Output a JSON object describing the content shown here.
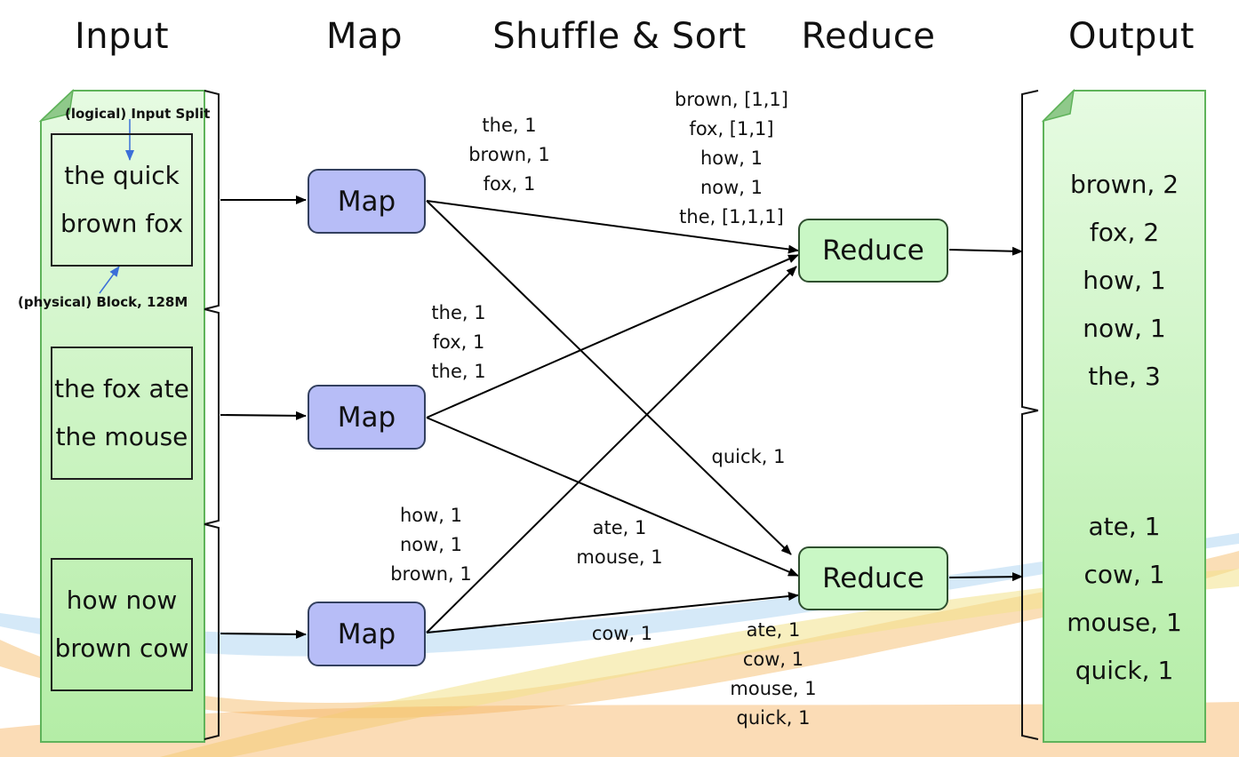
{
  "headers": {
    "input": "Input",
    "map": "Map",
    "shuffle": "Shuffle & Sort",
    "reduce": "Reduce",
    "output": "Output"
  },
  "annotations": {
    "logical": "(logical) Input Split",
    "physical": "(physical) Block, 128M"
  },
  "splits": [
    "the quick\nbrown fox",
    "the fox ate\nthe mouse",
    "how now\nbrown cow"
  ],
  "map_label": "Map",
  "reduce_label": "Reduce",
  "map_outputs": [
    "the, 1\nbrown, 1\nfox, 1",
    "the, 1\nfox, 1\nthe, 1",
    "how, 1\nnow, 1\nbrown, 1"
  ],
  "edge_labels": {
    "quick": "quick, 1",
    "ate_mouse": "ate, 1\nmouse, 1",
    "cow": "cow, 1"
  },
  "reduce_inputs": [
    "brown, [1,1]\nfox, [1,1]\nhow, 1\nnow, 1\nthe, [1,1,1]",
    "ate, 1\ncow, 1\nmouse, 1\nquick, 1"
  ],
  "outputs": [
    "brown, 2\nfox, 2\nhow, 1\nnow, 1\nthe, 3",
    "ate, 1\ncow, 1\nmouse, 1\nquick, 1"
  ],
  "colors": {
    "map_fill": "#b7bdf7",
    "reduce_fill": "#c9f7c5",
    "page_green": "#bff0b6",
    "line": "#000000"
  }
}
